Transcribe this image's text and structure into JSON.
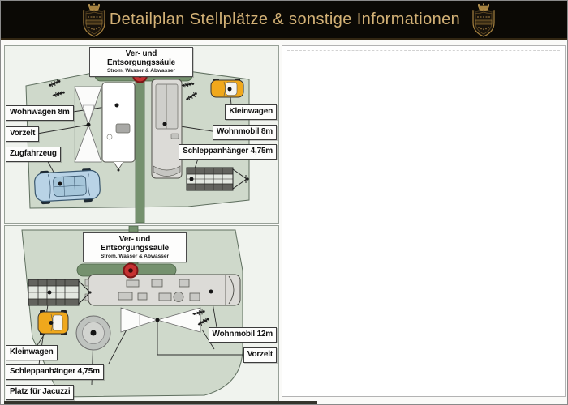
{
  "header": {
    "title": "Detailplan Stellplätze & sonstige Informationen"
  },
  "top_plan": {
    "utility": {
      "title": "Ver- und Entsorgungssäule",
      "subtitle": "Strom, Wasser & Abwasser"
    },
    "labels": {
      "wohnwagen": "Wohnwagen 8m",
      "vorzelt": "Vorzelt",
      "zugfahrzeug": "Zugfahrzeug",
      "kleinwagen": "Kleinwagen",
      "wohnmobil": "Wohnmobil 8m",
      "schleppanhaenger": "Schleppanhänger 4,75m"
    }
  },
  "bottom_plan": {
    "utility": {
      "title": "Ver- und Entsorgungssäule",
      "subtitle": "Strom, Wasser & Abwasser"
    },
    "labels": {
      "kleinwagen": "Kleinwagen",
      "schleppanhaenger": "Schleppanhänger 4,75m",
      "jacuzzi": "Platz für Jacuzzi",
      "wohnmobil": "Wohnmobil 12m",
      "vorzelt": "Vorzelt"
    }
  },
  "colors": {
    "header_bg": "#0b0905",
    "header_text": "#d3b176",
    "plot_green": "#cfd9cb",
    "hedge_green": "#75916e",
    "marker_red": "#c63232",
    "car_orange": "#f0a81c",
    "car_blue": "#b9d3e6"
  }
}
